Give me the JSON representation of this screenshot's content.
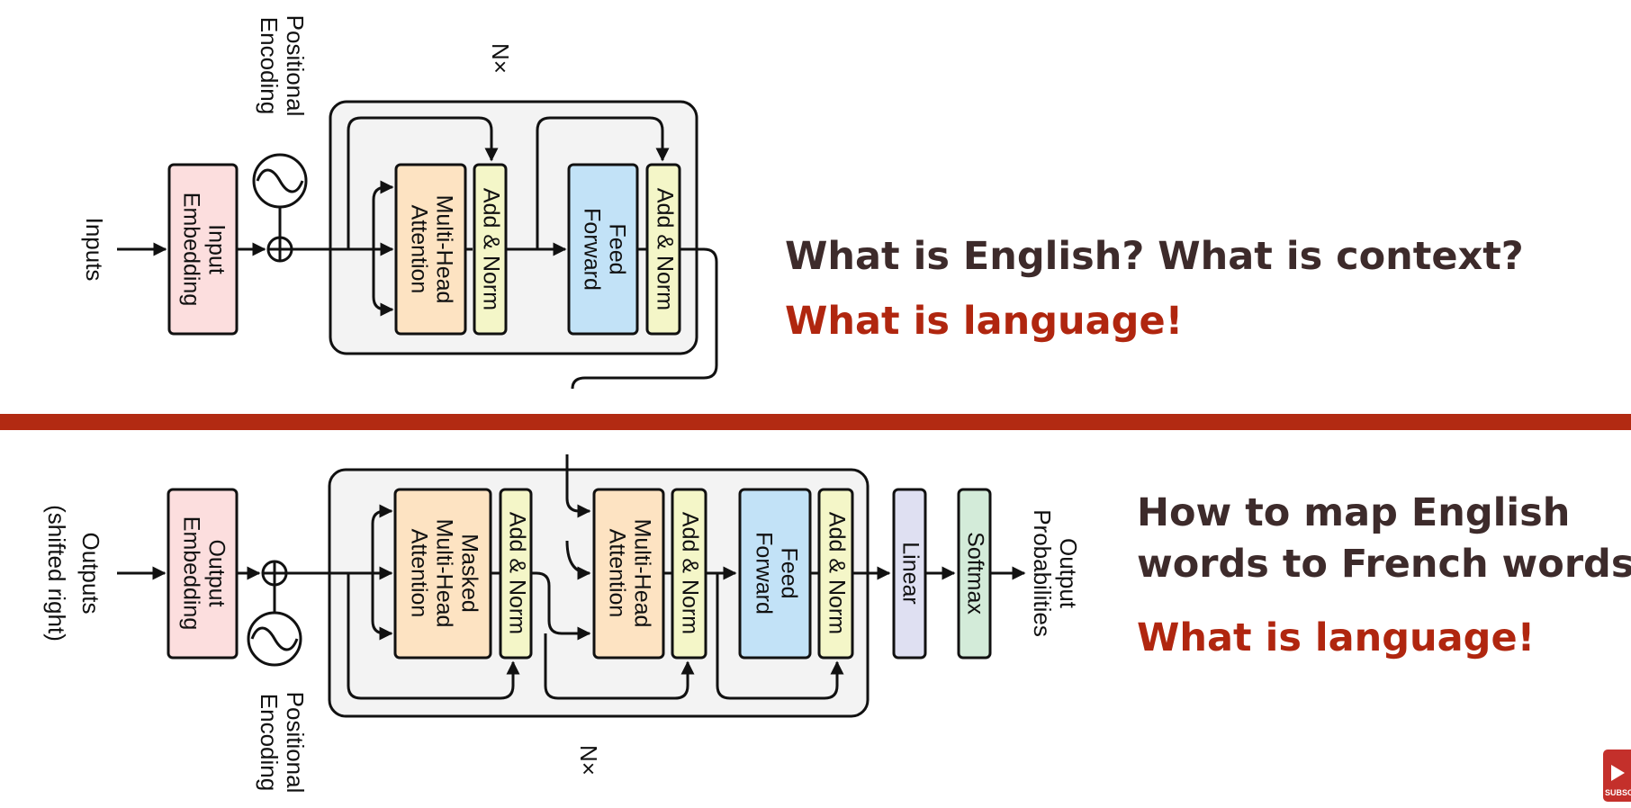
{
  "encoder": {
    "inputs": "Inputs",
    "input_embedding": [
      "Input",
      "Embedding"
    ],
    "positional_encoding": [
      "Positional",
      "Encoding"
    ],
    "multi_head_attention": [
      "Multi-Head",
      "Attention"
    ],
    "add_norm": "Add & Norm",
    "feed_forward": [
      "Feed",
      "Forward"
    ],
    "repeat": "N×"
  },
  "decoder": {
    "outputs": [
      "Outputs",
      "(shifted right)"
    ],
    "output_embedding": [
      "Output",
      "Embedding"
    ],
    "positional_encoding": [
      "Positional",
      "Encoding"
    ],
    "masked_attention": [
      "Masked",
      "Multi-Head",
      "Attention"
    ],
    "multi_head_attention": [
      "Multi-Head",
      "Attention"
    ],
    "add_norm": "Add & Norm",
    "feed_forward": [
      "Feed",
      "Forward"
    ],
    "linear": "Linear",
    "softmax": "Softmax",
    "output_probabilities": [
      "Output",
      "Probabilities"
    ],
    "repeat": "N×"
  },
  "questions": {
    "encoder_question": "What is English? What is context?",
    "encoder_answer": "What is language!",
    "decoder_question_line1": "How to map English",
    "decoder_question_line2": "words to French words?",
    "decoder_answer": "What is language!"
  },
  "subscribe_label": "SUBSCRIBE",
  "colors": {
    "dark_text": "#3d2b2b",
    "accent": "#b0260f",
    "divider": "#b22a12",
    "embedding_fill": "#fcdede",
    "attention_fill": "#fde3c2",
    "addnorm_fill": "#f4f6c8",
    "feedforward_fill": "#c2e2f7",
    "linear_fill": "#dfe0f2",
    "softmax_fill": "#d3ebd9",
    "stack_fill": "#f3f3f3"
  }
}
